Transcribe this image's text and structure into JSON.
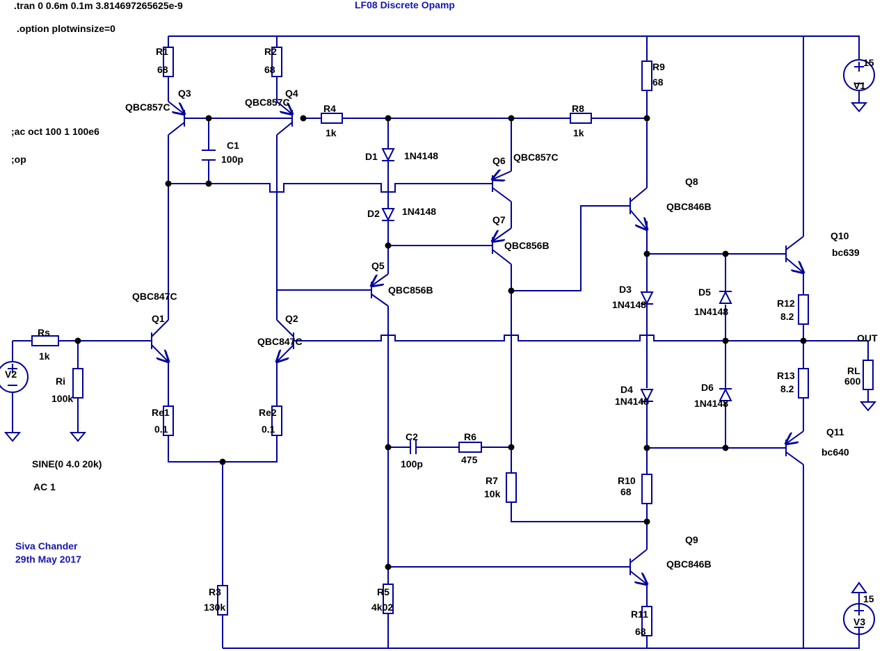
{
  "directives": {
    "tran": ".tran 0 0.6m 0.1m 3.814697265625e-9",
    "option": ".option plotwinsize=0",
    "ac": ";ac oct 100 1 100e6",
    "op": ";op"
  },
  "title": "LF08 Discrete Opamp",
  "author": "Siva Chander",
  "date": "29th May 2017",
  "source": {
    "wave": "SINE(0 4.0 20k)",
    "ac": "AC 1"
  },
  "components": {
    "R1": "R1",
    "R1_value": "68",
    "R2": "R2",
    "R2_value": "68",
    "R3": "R3",
    "R3_value": "130k",
    "R4": "R4",
    "R4_value": "1k",
    "R5": "R5",
    "R5_value": "4k02",
    "R6": "R6",
    "R6_value": "475",
    "R7": "R7",
    "R7_value": "10k",
    "R8": "R8",
    "R8_value": "1k",
    "R9": "R9",
    "R9_value": "68",
    "R10": "R10",
    "R10_value": "68",
    "R11": "R11",
    "R11_value": "68",
    "R12": "R12",
    "R12_value": "8.2",
    "R13": "R13",
    "R13_value": "8.2",
    "Rs": "Rs",
    "Rs_value": "1k",
    "Ri": "Ri",
    "Ri_value": "100k",
    "Re1": "Re1",
    "Re1_value": "0.1",
    "Re2": "Re2",
    "Re2_value": "0.1",
    "RL": "RL",
    "RL_value": "600",
    "C1": "C1",
    "C1_value": "100p",
    "C2": "C2",
    "C2_value": "100p",
    "D1": "D1",
    "D1_value": "1N4148",
    "D2": "D2",
    "D2_value": "1N4148",
    "D3": "D3",
    "D3_value": "1N4148",
    "D4": "D4",
    "D4_value": "1N4148",
    "D5": "D5",
    "D5_value": "1N4148",
    "D6": "D6",
    "D6_value": "1N4148",
    "Q1": "Q1",
    "Q1_model": "QBC847C",
    "Q2": "Q2",
    "Q2_model": "QBC847C",
    "Q3": "Q3",
    "Q3_model": "QBC857C",
    "Q4": "Q4",
    "Q4_model": "QBC857C",
    "Q5": "Q5",
    "Q5_model": "QBC856B",
    "Q6": "Q6",
    "Q6_model": "QBC857C",
    "Q7": "Q7",
    "Q7_model": "QBC856B",
    "Q8": "Q8",
    "Q8_model": "QBC846B",
    "Q9": "Q9",
    "Q9_model": "QBC846B",
    "Q10": "Q10",
    "Q10_model": "bc639",
    "Q11": "Q11",
    "Q11_model": "bc640",
    "V1": "V1",
    "V1_value": "15",
    "V2": "V2",
    "V3": "V3",
    "V3_value": "15"
  },
  "net_out": "OUT"
}
